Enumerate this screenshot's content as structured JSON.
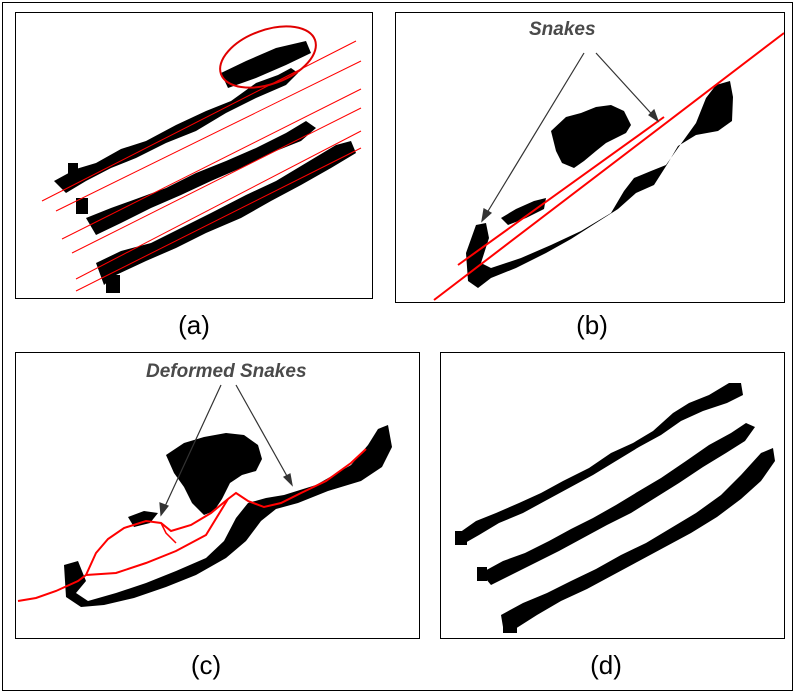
{
  "panels": {
    "a": {
      "caption": "(a)"
    },
    "b": {
      "caption": "(b)",
      "annotation": "Snakes"
    },
    "c": {
      "caption": "(c)",
      "annotation": "Deformed Snakes"
    },
    "d": {
      "caption": "(d)"
    }
  },
  "colors": {
    "snake": "#ff0000",
    "ink": "#000000",
    "arrow": "#333333"
  }
}
